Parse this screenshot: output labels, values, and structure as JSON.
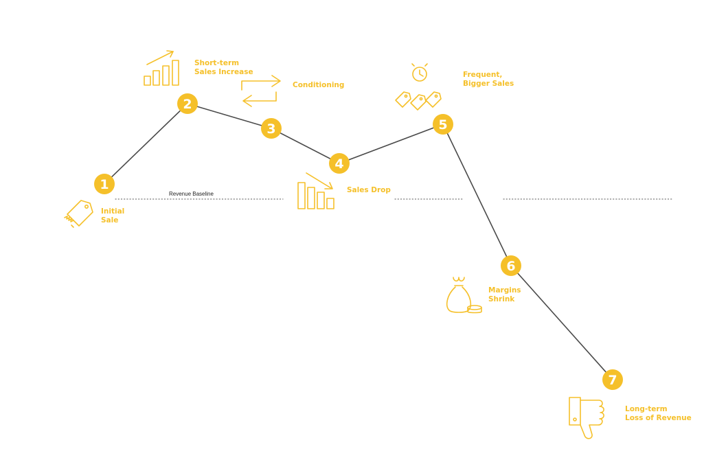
{
  "colors": {
    "accent": "#f5c02a",
    "line": "#4a4a4a",
    "baseline": "#555555"
  },
  "baseline": {
    "label": "Revenue Baseline"
  },
  "steps": [
    {
      "number": "1",
      "label_lines": [
        "Initial",
        "Sale"
      ],
      "icon": "price-tag-icon"
    },
    {
      "number": "2",
      "label_lines": [
        "Short-term",
        "Sales Increase"
      ],
      "icon": "rising-bar-chart-icon"
    },
    {
      "number": "3",
      "label_lines": [
        "Conditioning"
      ],
      "icon": "cycle-arrows-icon"
    },
    {
      "number": "4",
      "label_lines": [
        "Sales Drop"
      ],
      "icon": "falling-bar-chart-icon"
    },
    {
      "number": "5",
      "label_lines": [
        "Frequent,",
        "Bigger Sales"
      ],
      "icon": "clock-tags-icon"
    },
    {
      "number": "6",
      "label_lines": [
        "Margins",
        "Shrink"
      ],
      "icon": "money-bag-icon"
    },
    {
      "number": "7",
      "label_lines": [
        "Long-term",
        "Loss of Revenue"
      ],
      "icon": "thumbs-down-icon"
    }
  ]
}
